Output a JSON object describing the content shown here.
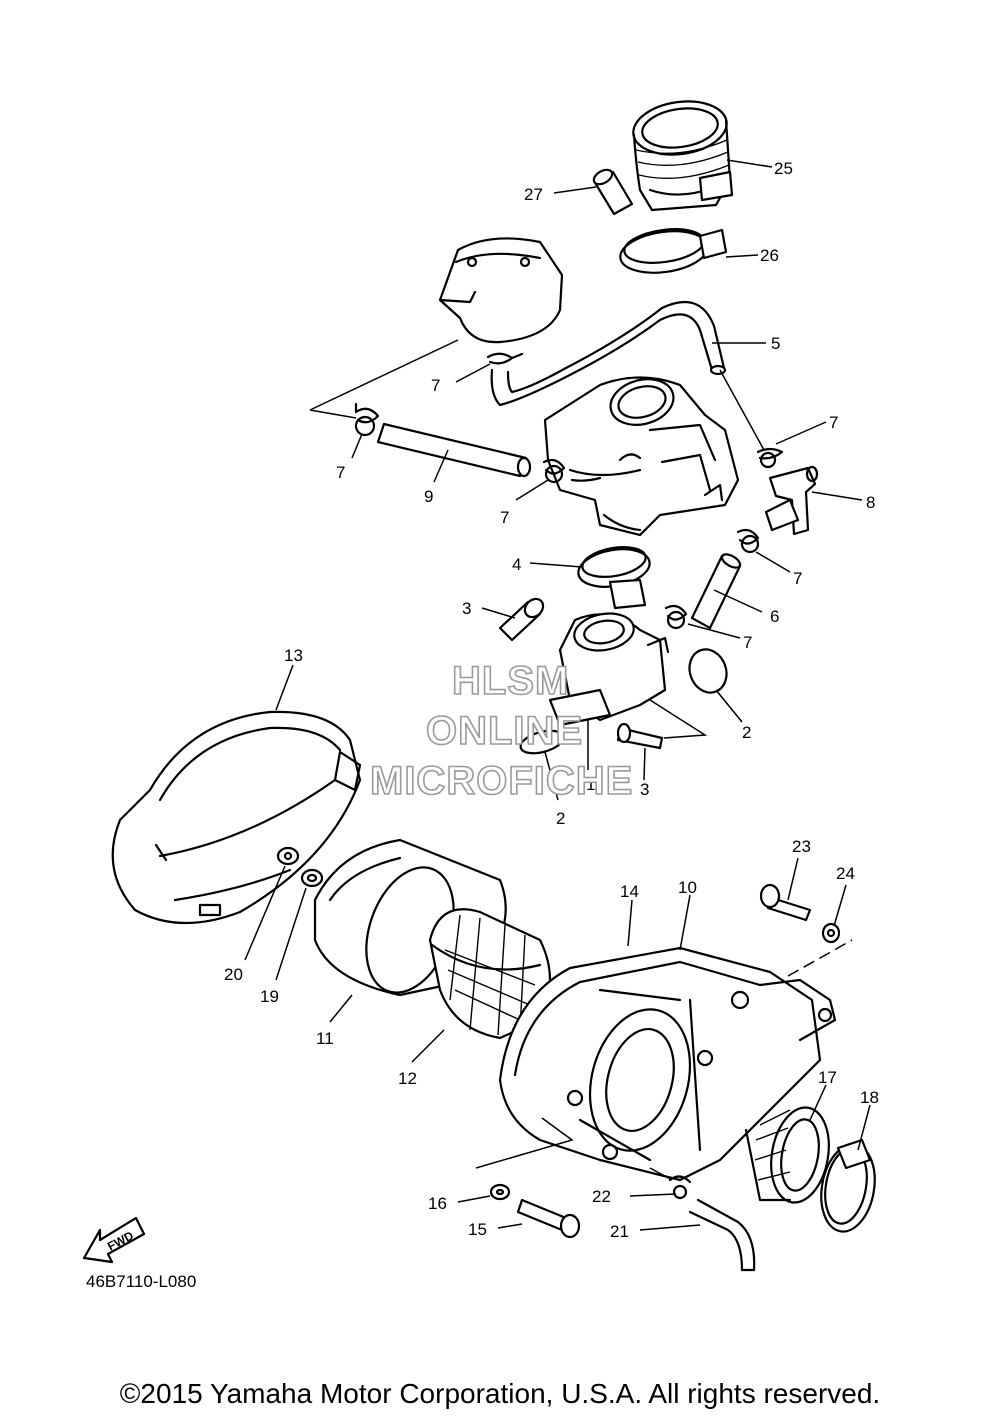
{
  "diagram": {
    "part_labels": [
      {
        "id": "p25",
        "text": "25"
      },
      {
        "id": "p27",
        "text": "27"
      },
      {
        "id": "p26",
        "text": "26"
      },
      {
        "id": "p5",
        "text": "5"
      },
      {
        "id": "p7a",
        "text": "7"
      },
      {
        "id": "p7b",
        "text": "7"
      },
      {
        "id": "p7c",
        "text": "7"
      },
      {
        "id": "p7d",
        "text": "7"
      },
      {
        "id": "p7e",
        "text": "7"
      },
      {
        "id": "p7f",
        "text": "7"
      },
      {
        "id": "p9",
        "text": "9"
      },
      {
        "id": "p8",
        "text": "8"
      },
      {
        "id": "p4",
        "text": "4"
      },
      {
        "id": "p6",
        "text": "6"
      },
      {
        "id": "p3a",
        "text": "3"
      },
      {
        "id": "p3b",
        "text": "3"
      },
      {
        "id": "p2a",
        "text": "2"
      },
      {
        "id": "p2b",
        "text": "2"
      },
      {
        "id": "p1",
        "text": "1"
      },
      {
        "id": "p13",
        "text": "13"
      },
      {
        "id": "p23",
        "text": "23"
      },
      {
        "id": "p24",
        "text": "24"
      },
      {
        "id": "p14",
        "text": "14"
      },
      {
        "id": "p10",
        "text": "10"
      },
      {
        "id": "p20",
        "text": "20"
      },
      {
        "id": "p19",
        "text": "19"
      },
      {
        "id": "p11",
        "text": "11"
      },
      {
        "id": "p12",
        "text": "12"
      },
      {
        "id": "p17",
        "text": "17"
      },
      {
        "id": "p18",
        "text": "18"
      },
      {
        "id": "p16",
        "text": "16"
      },
      {
        "id": "p22",
        "text": "22"
      },
      {
        "id": "p15",
        "text": "15"
      },
      {
        "id": "p21",
        "text": "21"
      }
    ],
    "watermark": [
      "HLSM",
      "ONLINE",
      "MICROFICHE"
    ],
    "fwd_label": "FWD",
    "diagram_code": "46B7110-L080"
  },
  "footer": {
    "copyright": "©2015 Yamaha Motor Corporation, U.S.A. All rights reserved."
  }
}
